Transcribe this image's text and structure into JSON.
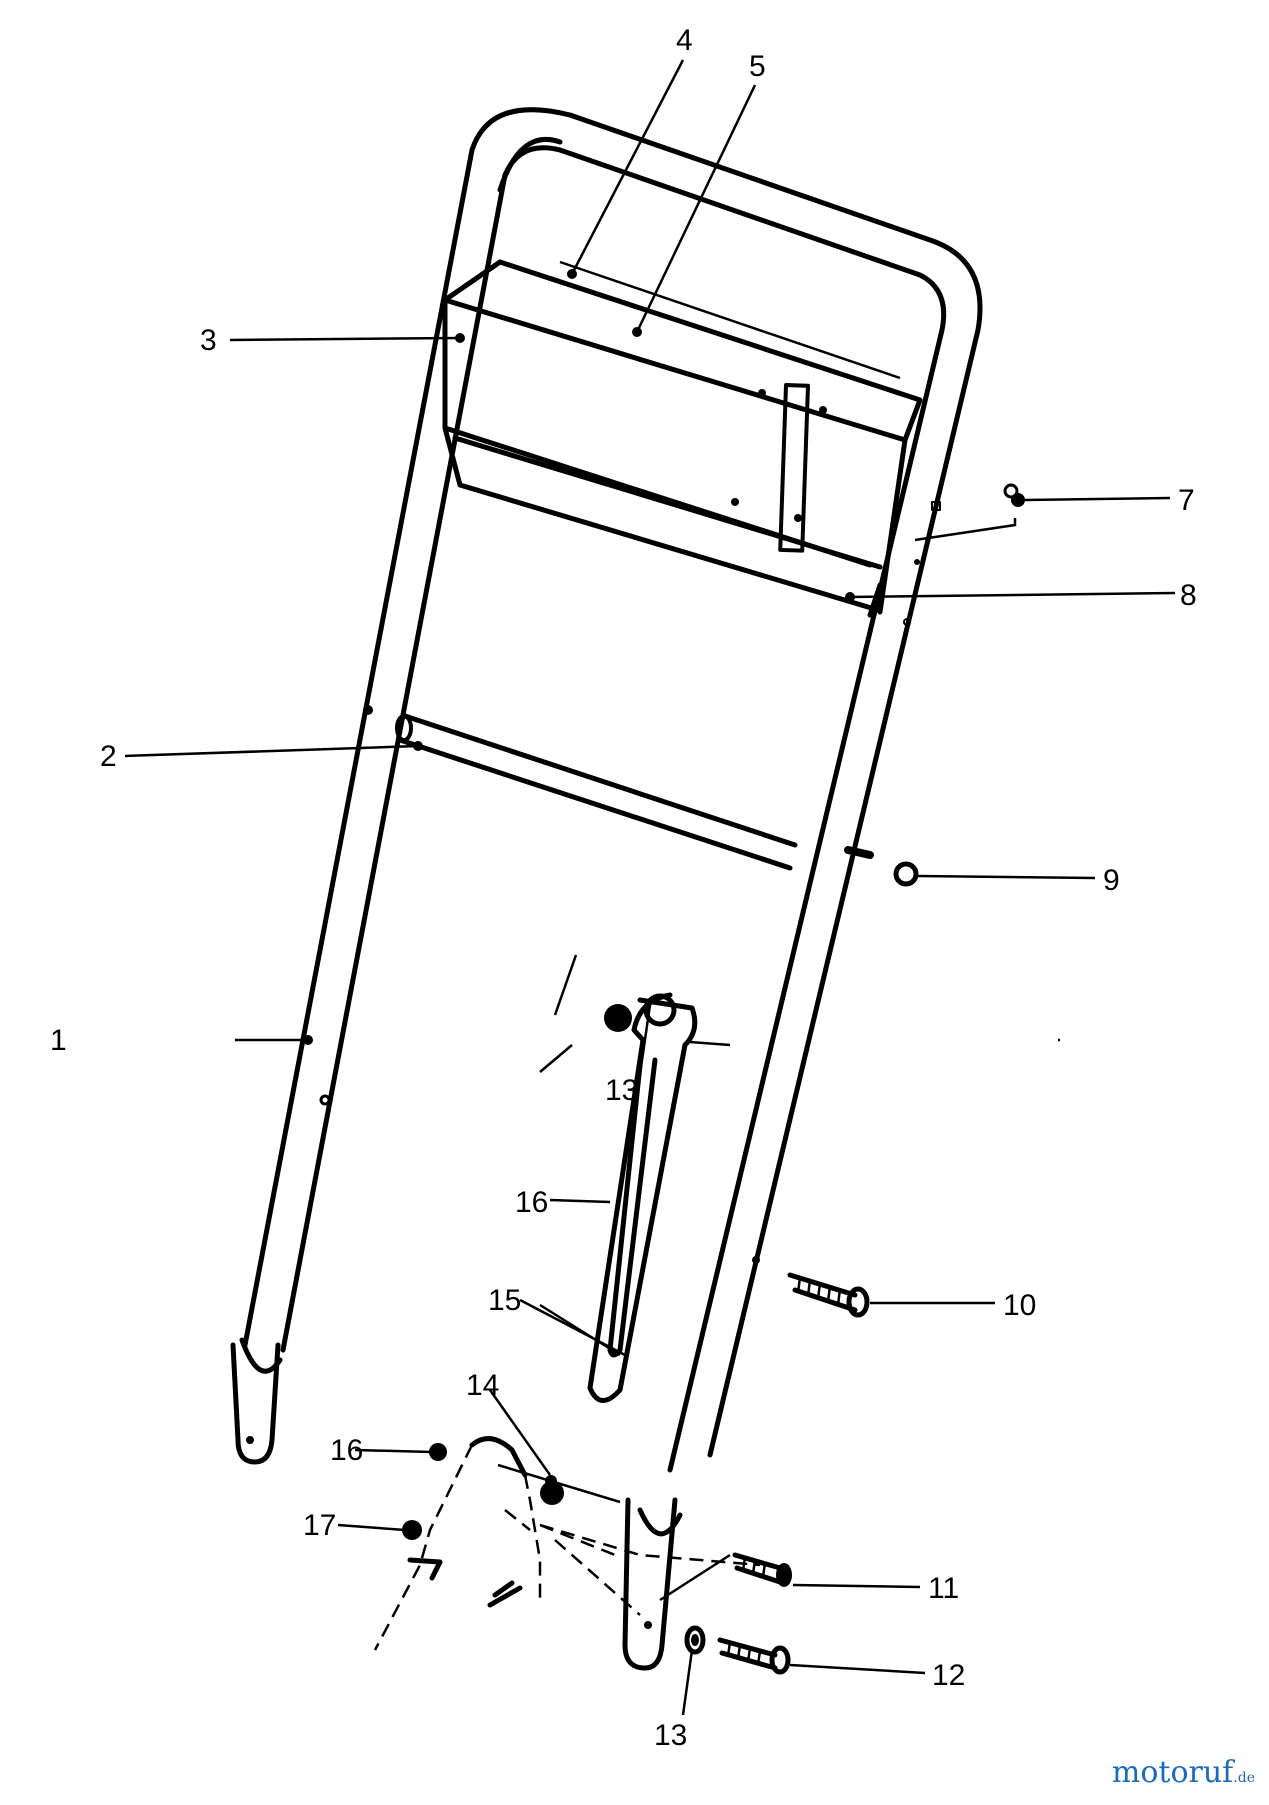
{
  "diagram": {
    "callouts": [
      "1",
      "2",
      "3",
      "4",
      "5",
      "7",
      "8",
      "9",
      "10",
      "11",
      "12",
      "13",
      "13",
      "13",
      "14",
      "15",
      "16",
      "16",
      "17"
    ]
  },
  "watermark": {
    "brand": "motoruf",
    "suffix": ".de"
  }
}
